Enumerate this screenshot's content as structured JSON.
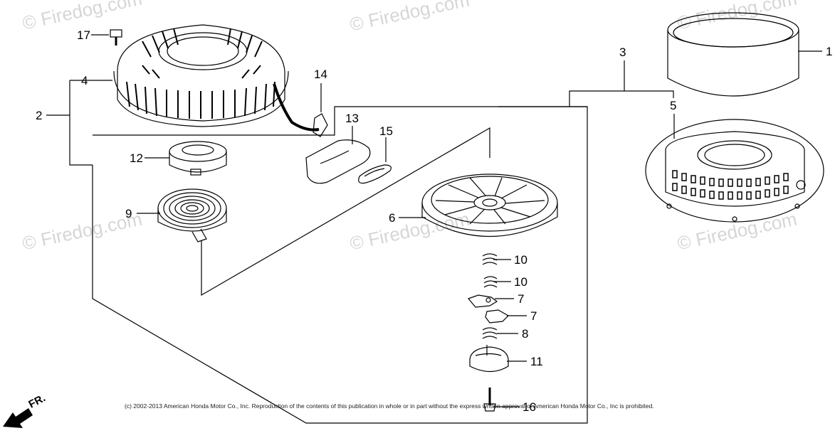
{
  "watermarks": [
    "© Firedog.com",
    "© Firedog.com",
    "© Firedog.com",
    "© Firedog.com",
    "© Firedog.com",
    "© Firedog.com"
  ],
  "labels": {
    "p1": "1",
    "p2": "2",
    "p3": "3",
    "p4": "4",
    "p5": "5",
    "p6": "6",
    "p7a": "7",
    "p7b": "7",
    "p8": "8",
    "p9": "9",
    "p10a": "10",
    "p10b": "10",
    "p11": "11",
    "p12": "12",
    "p13": "13",
    "p14": "14",
    "p15": "15",
    "p16": "16",
    "p17": "17"
  },
  "direction": "FR.",
  "copyright": "(c) 2002-2013 American Honda Motor Co., Inc. Reproduction of the contents of this publication in whole or in part without the express written approval of American Honda Motor Co., Inc is prohibited."
}
